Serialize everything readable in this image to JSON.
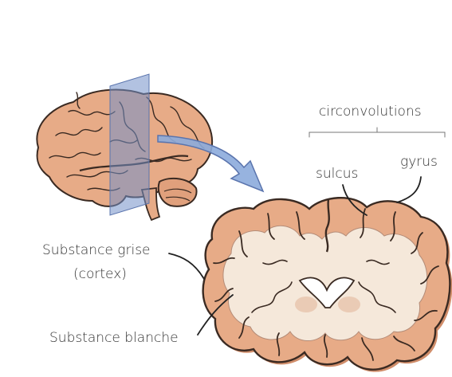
{
  "labels": {
    "circonvolutions": "circonvolutions",
    "gyrus": "gyrus",
    "sulcus": "sulcus",
    "grey_matter": "Substance grise",
    "cortex": "(cortex)",
    "white_matter": "Substance blanche"
  },
  "colors": {
    "cortex": "#e7ab87",
    "cortex_shadow": "#d08d6a",
    "white_matter": "#f5e8da",
    "outline": "#3a2a22",
    "plane": "#7390c9",
    "arrow": "#8cabdc",
    "text": "#333333"
  }
}
